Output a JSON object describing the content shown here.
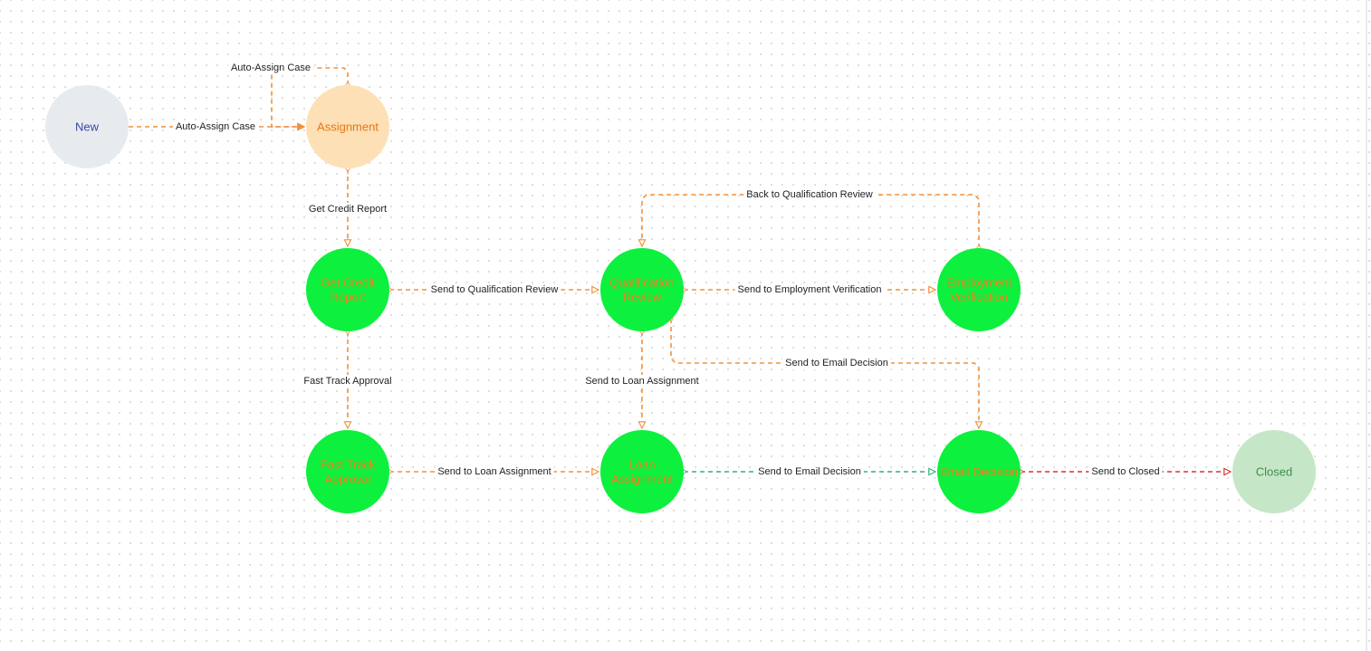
{
  "colors": {
    "orange_edge": "#f0923a",
    "green_edge": "#2bb673",
    "red_edge": "#d9342b",
    "new_fill": "#e8ebee",
    "new_text": "#3a46a8",
    "assignment_fill": "#fde0b5",
    "assignment_text": "#ee7410",
    "state_fill": "#0df03e",
    "state_text": "#f37d1c",
    "closed_fill": "#c6e6c8",
    "closed_text": "#3f8f47"
  },
  "nodes": {
    "new": {
      "lines": [
        "New"
      ]
    },
    "assignment": {
      "lines": [
        "Assignment"
      ]
    },
    "get_credit_report": {
      "lines": [
        "Get Credit",
        "Report"
      ]
    },
    "qualification_review": {
      "lines": [
        "Qualification",
        "Review"
      ]
    },
    "employment_verification": {
      "lines": [
        "Employment",
        "Verification"
      ]
    },
    "fast_track_approval": {
      "lines": [
        "Fast Track",
        "Approval"
      ]
    },
    "loan_assignment": {
      "lines": [
        "Loan",
        "Assignment"
      ]
    },
    "email_decision": {
      "lines": [
        "Email Decision"
      ]
    },
    "closed": {
      "lines": [
        "Closed"
      ]
    }
  },
  "edges": {
    "new_to_assignment": "Auto-Assign Case",
    "assignment_self": "Auto-Assign Case",
    "assignment_to_credit": "Get Credit Report",
    "credit_to_qualification": "Send to Qualification Review",
    "qualification_to_employment": "Send to Employment Verification",
    "employment_back_to_qualification": "Back to Qualification Review",
    "qualification_to_email": "Send to Email Decision",
    "credit_to_fast_track": "Fast Track Approval",
    "qualification_to_loan": "Send to Loan Assignment",
    "fast_track_to_loan": "Send to Loan Assignment",
    "loan_to_email": "Send to Email Decision",
    "email_to_closed": "Send to Closed"
  }
}
